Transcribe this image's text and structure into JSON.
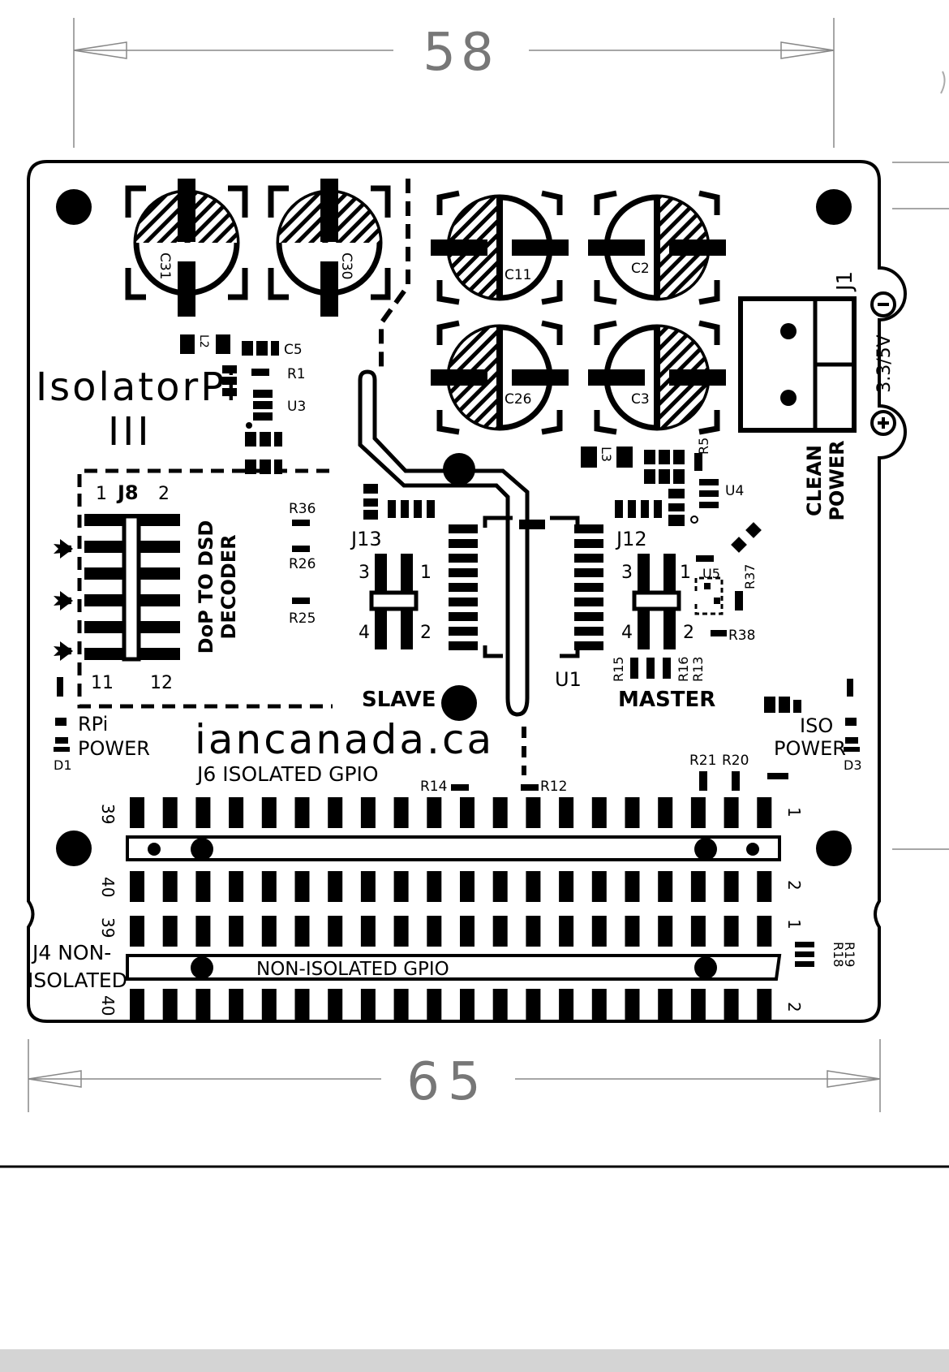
{
  "dimensions": {
    "width": "58",
    "length": "65"
  },
  "title": {
    "line1": "IsolatorPi",
    "line2": "III"
  },
  "site": "iancanada.ca",
  "headers": {
    "j6": "J6 ISOLATED GPIO",
    "j4_line1": "J4 NON-",
    "j4_line2": "ISOLATED",
    "non_isolated_gpio": "NON-ISOLATED GPIO",
    "j6_pin_top_left": "39",
    "j6_pin_bottom_left": "40",
    "j6_pin_top_right": "1",
    "j6_pin_bottom_right": "2",
    "j4_pin_top_left": "39",
    "j4_pin_bottom_left": "40",
    "j4_pin_top_right": "1",
    "j4_pin_bottom_right": "2"
  },
  "capacitors": {
    "c31": "C31",
    "c30": "C30",
    "c11": "C11",
    "c2": "C2",
    "c26": "C26",
    "c3": "C3"
  },
  "power": {
    "j1": "J1",
    "voltage": "3.3/5V",
    "clean_line1": "CLEAN",
    "clean_line2": "POWER",
    "rpi_line1": "RPi",
    "rpi_line2": "POWER",
    "iso_line1": "ISO",
    "iso_line2": "POWER",
    "d1": "D1",
    "d3": "D3"
  },
  "j8": {
    "name": "J8",
    "pin1": "1",
    "pin2": "2",
    "pin11": "11",
    "pin12": "12",
    "label_line1": "DoP TO DSD",
    "label_line2": "DECODER"
  },
  "j13": {
    "name": "J13",
    "p1": "1",
    "p2": "2",
    "p3": "3",
    "p4": "4",
    "mode": "SLAVE"
  },
  "j12": {
    "name": "J12",
    "p1": "1",
    "p2": "2",
    "p3": "3",
    "p4": "4",
    "mode": "MASTER"
  },
  "components": {
    "l2": "L2",
    "l3": "L3",
    "c5": "C5",
    "r1": "R1",
    "u3": "U3",
    "u4": "U4",
    "u5": "U5",
    "u1": "U1",
    "r5": "R5",
    "r36": "R36",
    "r26": "R26",
    "r25": "R25",
    "r37": "R37",
    "r38": "R38",
    "r15": "R15",
    "r16": "R16",
    "r13": "R13",
    "r21": "R21",
    "r20": "R20",
    "r14": "R14",
    "r12": "R12",
    "r18": "R18",
    "r19": "R19"
  }
}
